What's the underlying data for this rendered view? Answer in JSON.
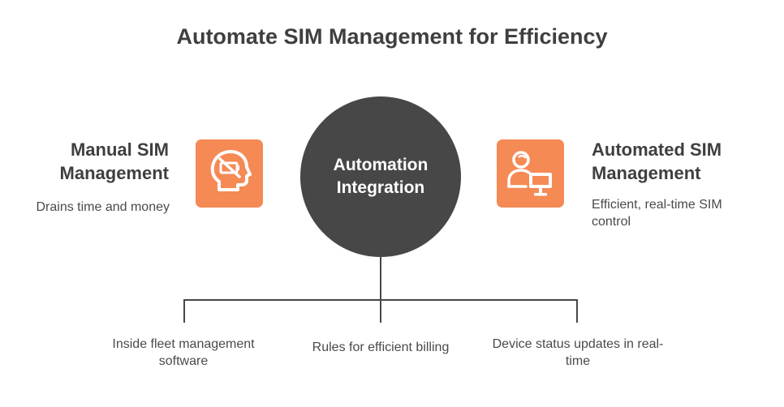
{
  "title": "Automate SIM Management for Efficiency",
  "left": {
    "heading": "Manual SIM Management",
    "description": "Drains time and money",
    "icon": "head-with-battery-off-icon"
  },
  "center": {
    "label": "Automation Integration"
  },
  "right": {
    "heading": "Automated SIM Management",
    "description": "Efficient, real-time SIM control",
    "icon": "person-with-monitor-icon"
  },
  "bottom": {
    "items": [
      "Inside fleet management software",
      "Rules for efficient billing",
      "Device status updates in real-time"
    ]
  },
  "colors": {
    "accent": "#f58a55",
    "circle": "#474747",
    "text": "#3f3f3f",
    "line": "#474747"
  }
}
